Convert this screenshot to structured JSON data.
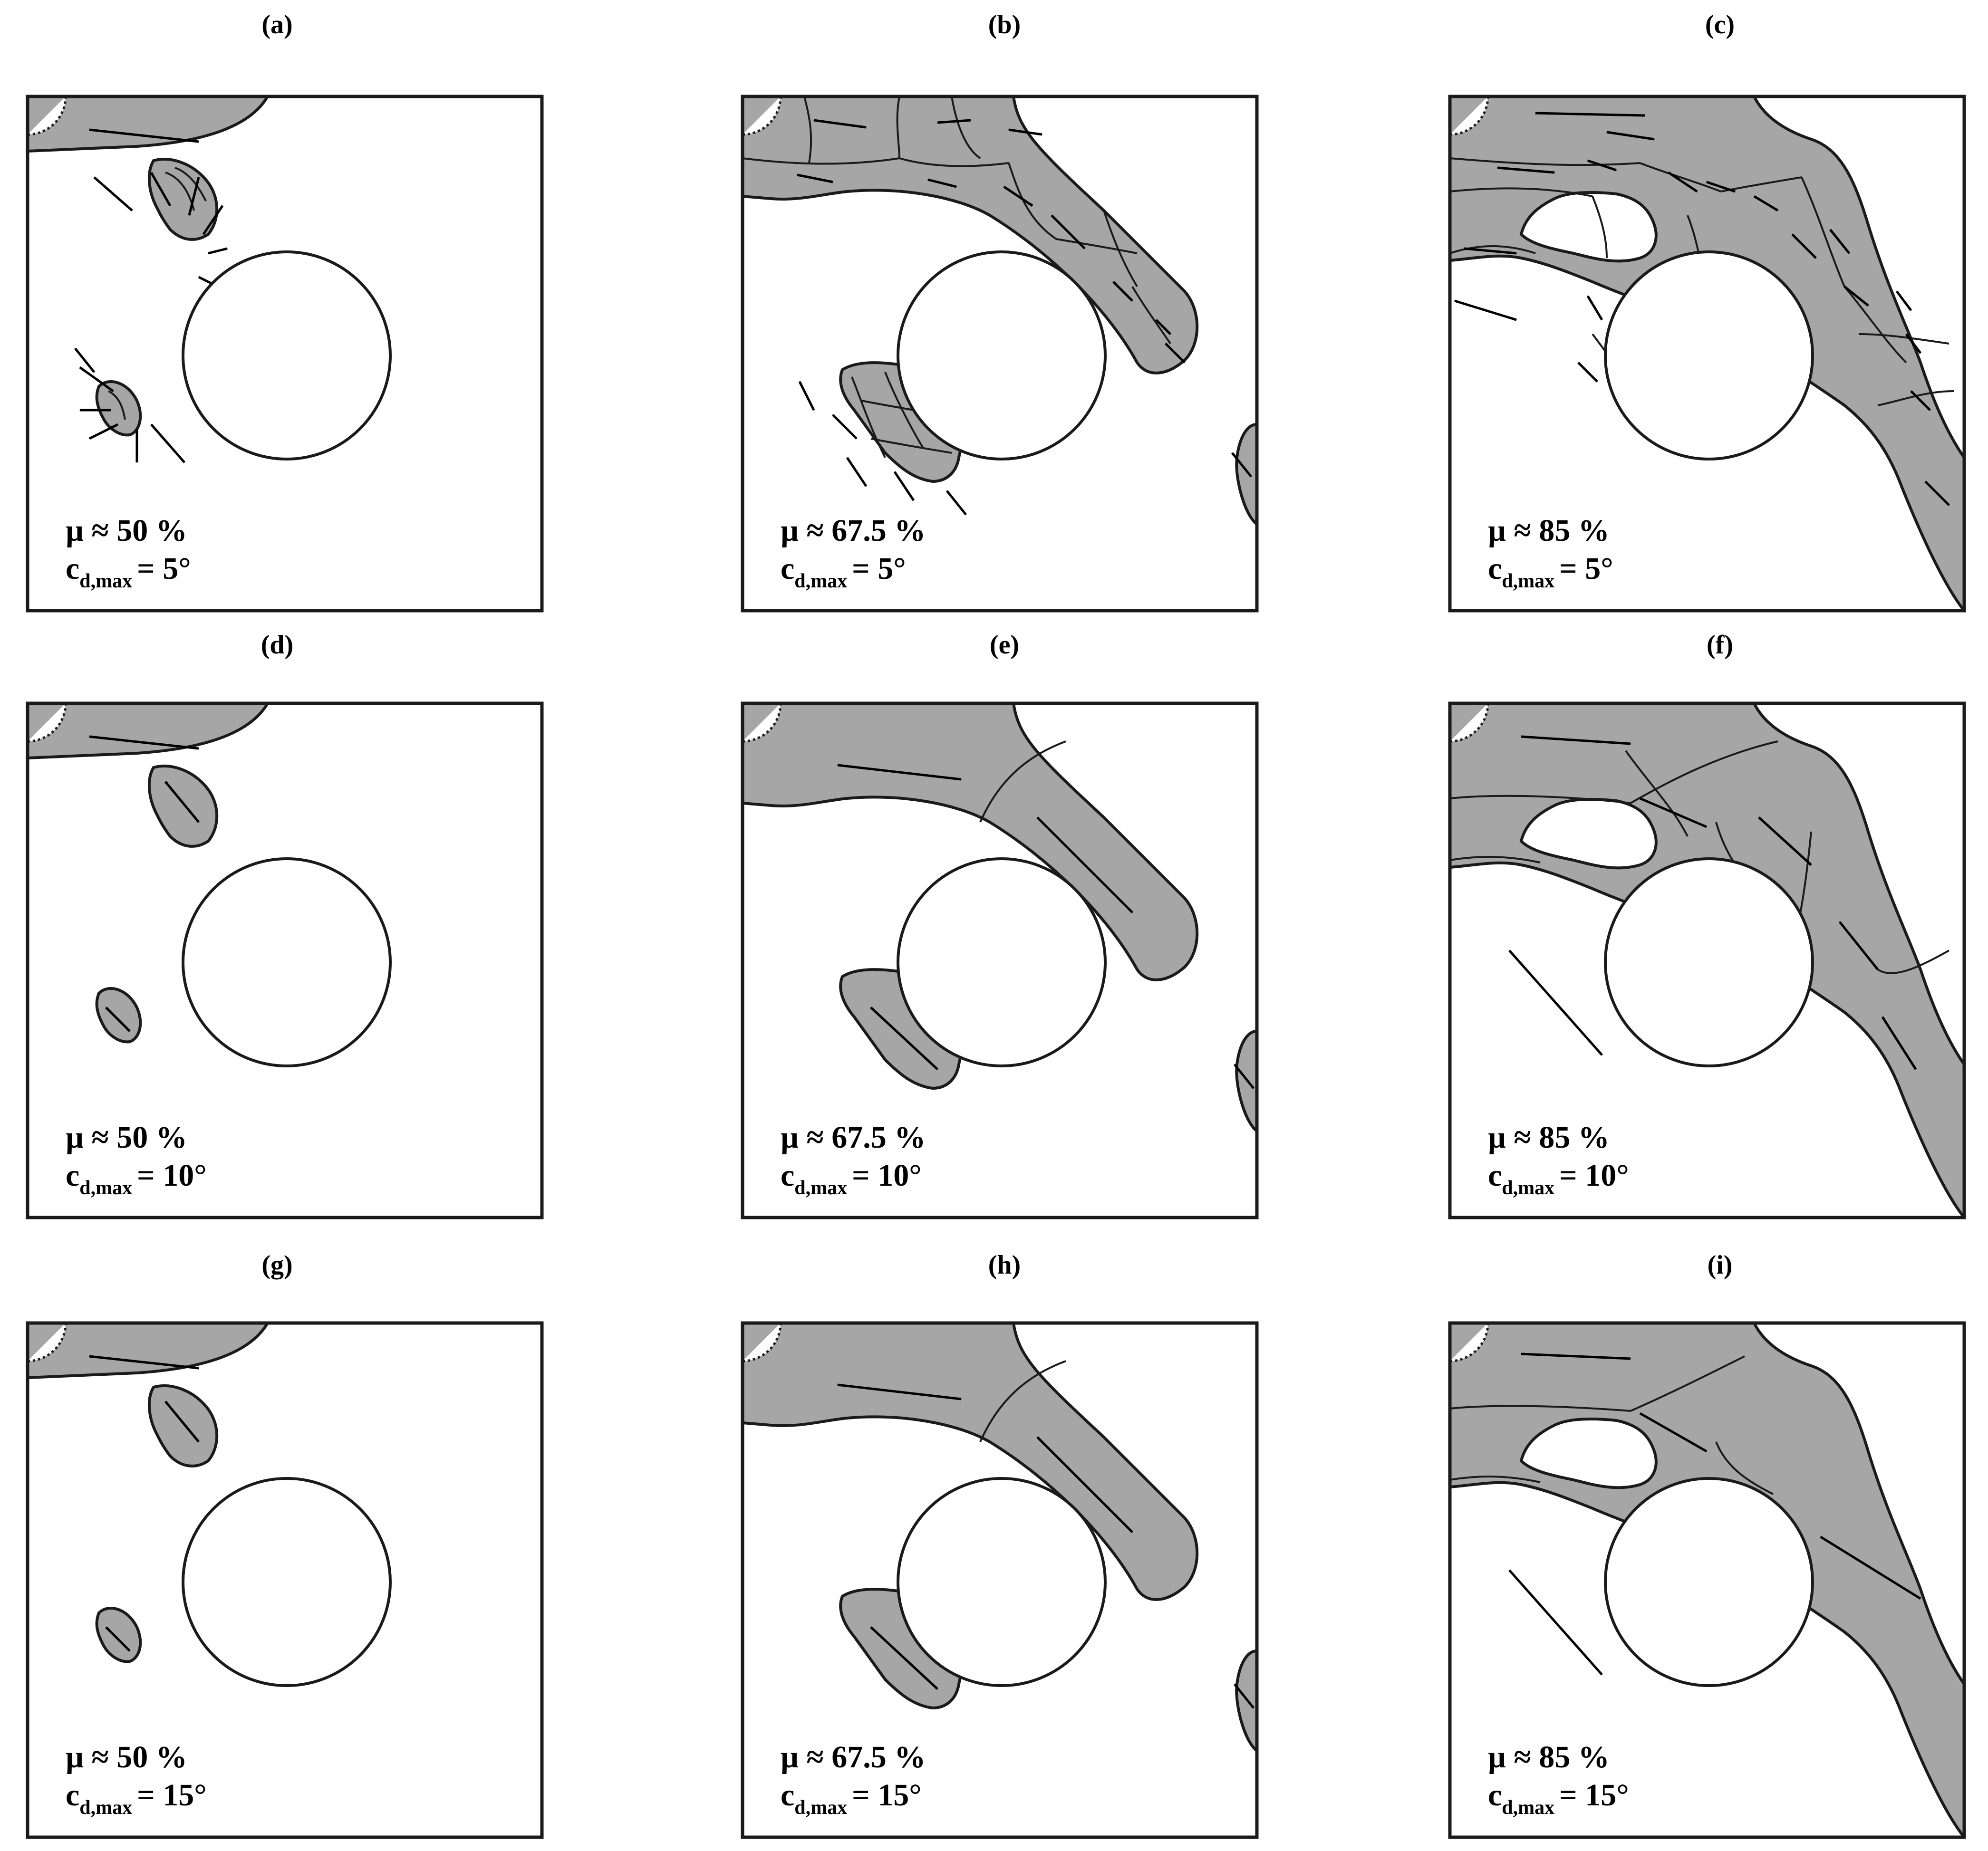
{
  "panels": [
    {
      "id": "a",
      "label": "(a)",
      "mu": "µ ≈ 50 %",
      "c_prefix": "c",
      "c_sub": "d,max",
      "c_value": "= 5°",
      "mu_level": 50,
      "cd_max_deg": 5
    },
    {
      "id": "b",
      "label": "(b)",
      "mu": "µ ≈ 67.5 %",
      "c_prefix": "c",
      "c_sub": "d,max",
      "c_value": "= 5°",
      "mu_level": 67.5,
      "cd_max_deg": 5
    },
    {
      "id": "c",
      "label": "(c)",
      "mu": "µ ≈ 85 %",
      "c_prefix": "c",
      "c_sub": "d,max",
      "c_value": "= 5°",
      "mu_level": 85,
      "cd_max_deg": 5
    },
    {
      "id": "d",
      "label": "(d)",
      "mu": "µ ≈ 50 %",
      "c_prefix": "c",
      "c_sub": "d,max",
      "c_value": "= 10°",
      "mu_level": 50,
      "cd_max_deg": 10
    },
    {
      "id": "e",
      "label": "(e)",
      "mu": "µ ≈ 67.5 %",
      "c_prefix": "c",
      "c_sub": "d,max",
      "c_value": "= 10°",
      "mu_level": 67.5,
      "cd_max_deg": 10
    },
    {
      "id": "f",
      "label": "(f)",
      "mu": "µ ≈ 85 %",
      "c_prefix": "c",
      "c_sub": "d,max",
      "c_value": "= 10°",
      "mu_level": 85,
      "cd_max_deg": 10
    },
    {
      "id": "g",
      "label": "(g)",
      "mu": "µ ≈ 50 %",
      "c_prefix": "c",
      "c_sub": "d,max",
      "c_value": "= 15°",
      "mu_level": 50,
      "cd_max_deg": 15
    },
    {
      "id": "h",
      "label": "(h)",
      "mu": "µ ≈ 67.5 %",
      "c_prefix": "c",
      "c_sub": "d,max",
      "c_value": "= 15°",
      "mu_level": 67.5,
      "cd_max_deg": 15
    },
    {
      "id": "i",
      "label": "(i)",
      "mu": "µ ≈ 85 %",
      "c_prefix": "c",
      "c_sub": "d,max",
      "c_value": "= 15°",
      "mu_level": 85,
      "cd_max_deg": 15
    }
  ],
  "colors": {
    "grain_fill": "#a6a6a6",
    "outline": "#1a1a1a",
    "background": "#ffffff"
  }
}
